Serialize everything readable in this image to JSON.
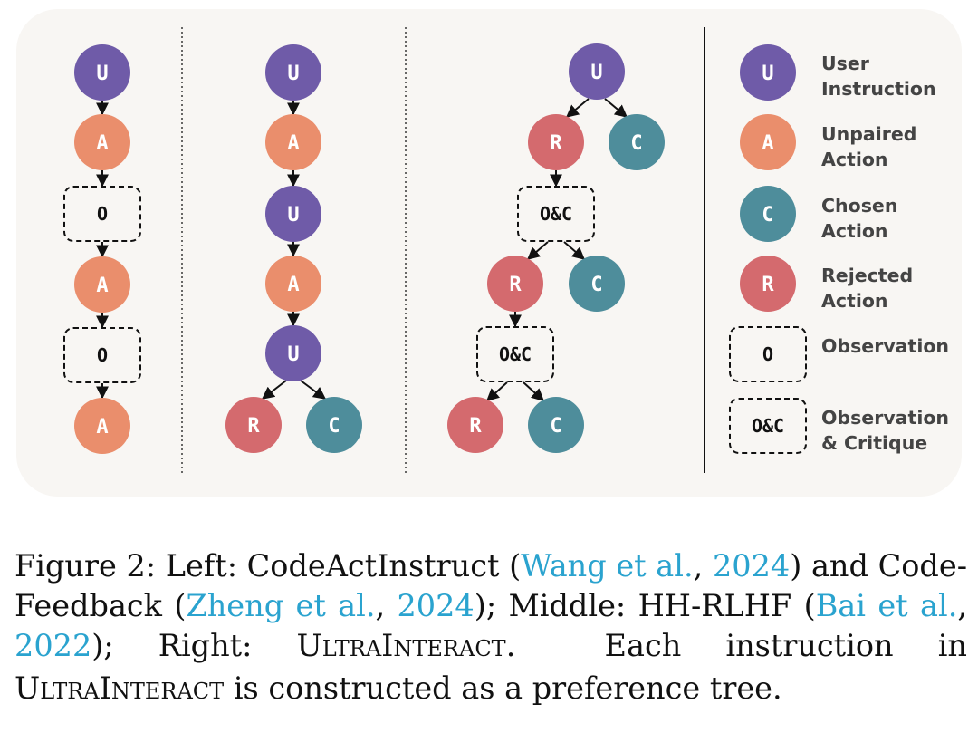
{
  "colors": {
    "user": "#6f5ba8",
    "action": "#ea8e6c",
    "chosen": "#4e8d9b",
    "rejected": "#d46a6e",
    "panel": "#f8f6f3",
    "link": "#2aa3cf"
  },
  "node_letters": {
    "user": "U",
    "action": "A",
    "chosen": "C",
    "rejected": "R",
    "observation": "O",
    "observation_critique": "O&C"
  },
  "legend": {
    "user": [
      "User",
      "Instruction"
    ],
    "action": [
      "Unpaired",
      "Action"
    ],
    "chosen": [
      "Chosen",
      "Action"
    ],
    "rejected": [
      "Rejected",
      "Action"
    ],
    "observation": [
      "Observation"
    ],
    "observation_critique": [
      "Observation",
      "& Critique"
    ]
  },
  "caption": {
    "figure_label": "Figure 2:",
    "left_label": "Left:",
    "dataset1": "CodeActInstruct",
    "cite1": "Wang et al.",
    "year1": "2024",
    "and": "and",
    "dataset2": "Code-Feedback",
    "cite2": "Zheng et al.",
    "year2": "2024",
    "middle_label": "Middle:",
    "dataset3": "HH-RLHF",
    "cite3_line1": "Bai",
    "cite3_line2": "et al.",
    "year3": "2022",
    "right_label": "Right:",
    "ultra_U": "U",
    "ultra_ltra": "LTRA",
    "ultra_I": "I",
    "ultra_nteract": "NTERACT",
    "sentence2_a": "Each instruction in",
    "sentence2_b": "is constructed as a preference tree."
  }
}
